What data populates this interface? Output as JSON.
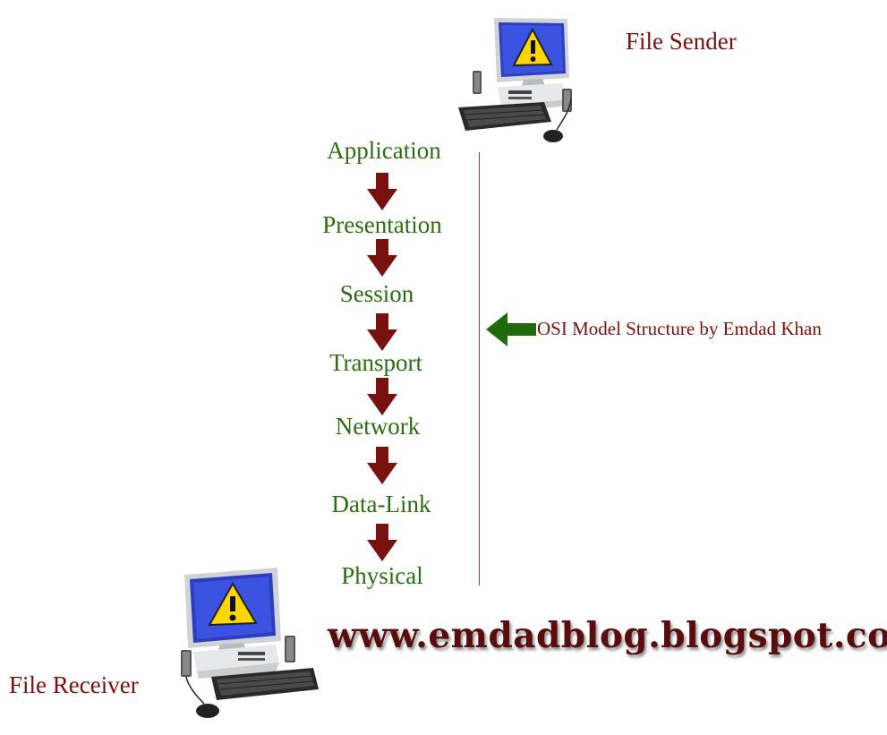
{
  "sender": {
    "label": "File Sender"
  },
  "receiver": {
    "label": "File Receiver"
  },
  "layers": [
    "Application",
    "Presentation",
    "Session",
    "Transport",
    "Network",
    "Data-Link",
    "Physical"
  ],
  "caption": "OSI Model Structure by Emdad Khan",
  "website": "www.emdadblog.blogspot.com",
  "colors": {
    "layer_text": "#2e6b12",
    "arrow": "#7a1111",
    "caption_text": "#7a1111",
    "pointer_arrow": "#1f6b0a",
    "divider_line": "#a33a3a",
    "website_text": "#5a0d0d"
  },
  "icons": [
    "computer-warning-icon",
    "down-arrow-icon",
    "left-arrow-icon"
  ]
}
